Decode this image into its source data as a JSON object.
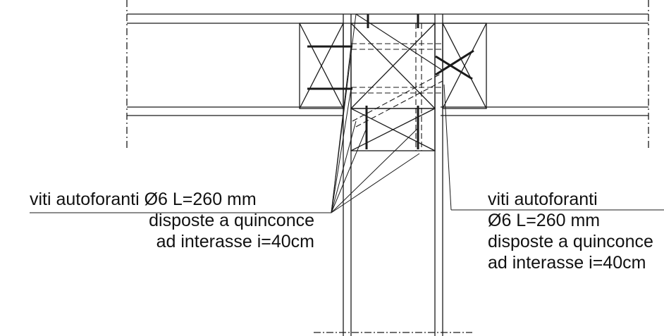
{
  "notes": {
    "left": {
      "line1": "viti autoforanti Ø6 L=260 mm",
      "line2": "disposte a quinconce",
      "line3": "ad interasse i=40cm"
    },
    "right": {
      "line1": "viti autoforanti",
      "line2": "Ø6 L=260 mm",
      "line3": "disposte a quinconce",
      "line4": "ad interasse i=40cm"
    }
  }
}
